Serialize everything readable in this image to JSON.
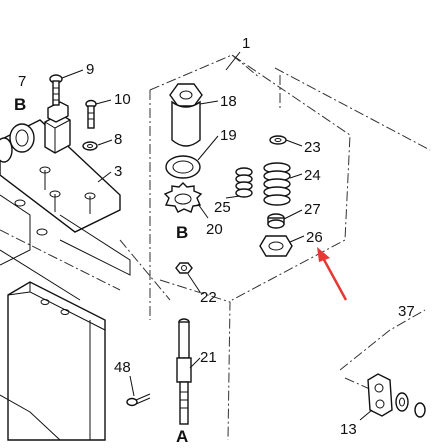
{
  "labels": {
    "p1": "1",
    "p3": "3",
    "p7": "7",
    "p8": "8",
    "p9": "9",
    "p10": "10",
    "p13": "13",
    "p18": "18",
    "p19": "19",
    "p20": "20",
    "p21": "21",
    "p22": "22",
    "p23": "23",
    "p24": "24",
    "p25": "25",
    "p26": "26",
    "p27": "27",
    "p37": "37",
    "p48": "48",
    "ref_b_left": "B",
    "ref_b_center": "B",
    "ref_a": "A"
  },
  "colors": {
    "line": "#111111",
    "arrow": "#e53935",
    "background": "#ffffff"
  }
}
